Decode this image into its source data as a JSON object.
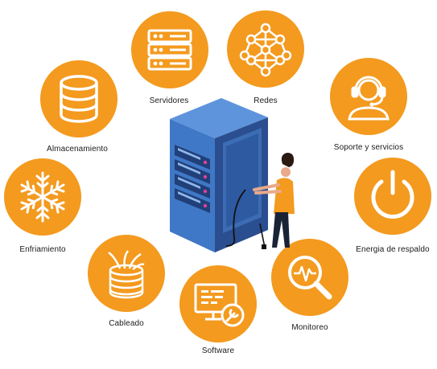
{
  "diagram": {
    "labels": {
      "servidores": "Servidores",
      "redes": "Redes",
      "soporte": "Soporte y servicios",
      "energia": "Energia de respaldo",
      "monitoreo": "Monitoreo",
      "software": "Software",
      "cableado": "Cableado",
      "enfriamiento": "Enfriamiento",
      "almacenamiento": "Almacenamiento"
    },
    "colors": {
      "accent": "#F39A1F",
      "rack_front": "#3F78C6",
      "rack_side": "#2A4E8F",
      "rack_top": "#5E94DB",
      "indicator": "#E0409A"
    }
  }
}
